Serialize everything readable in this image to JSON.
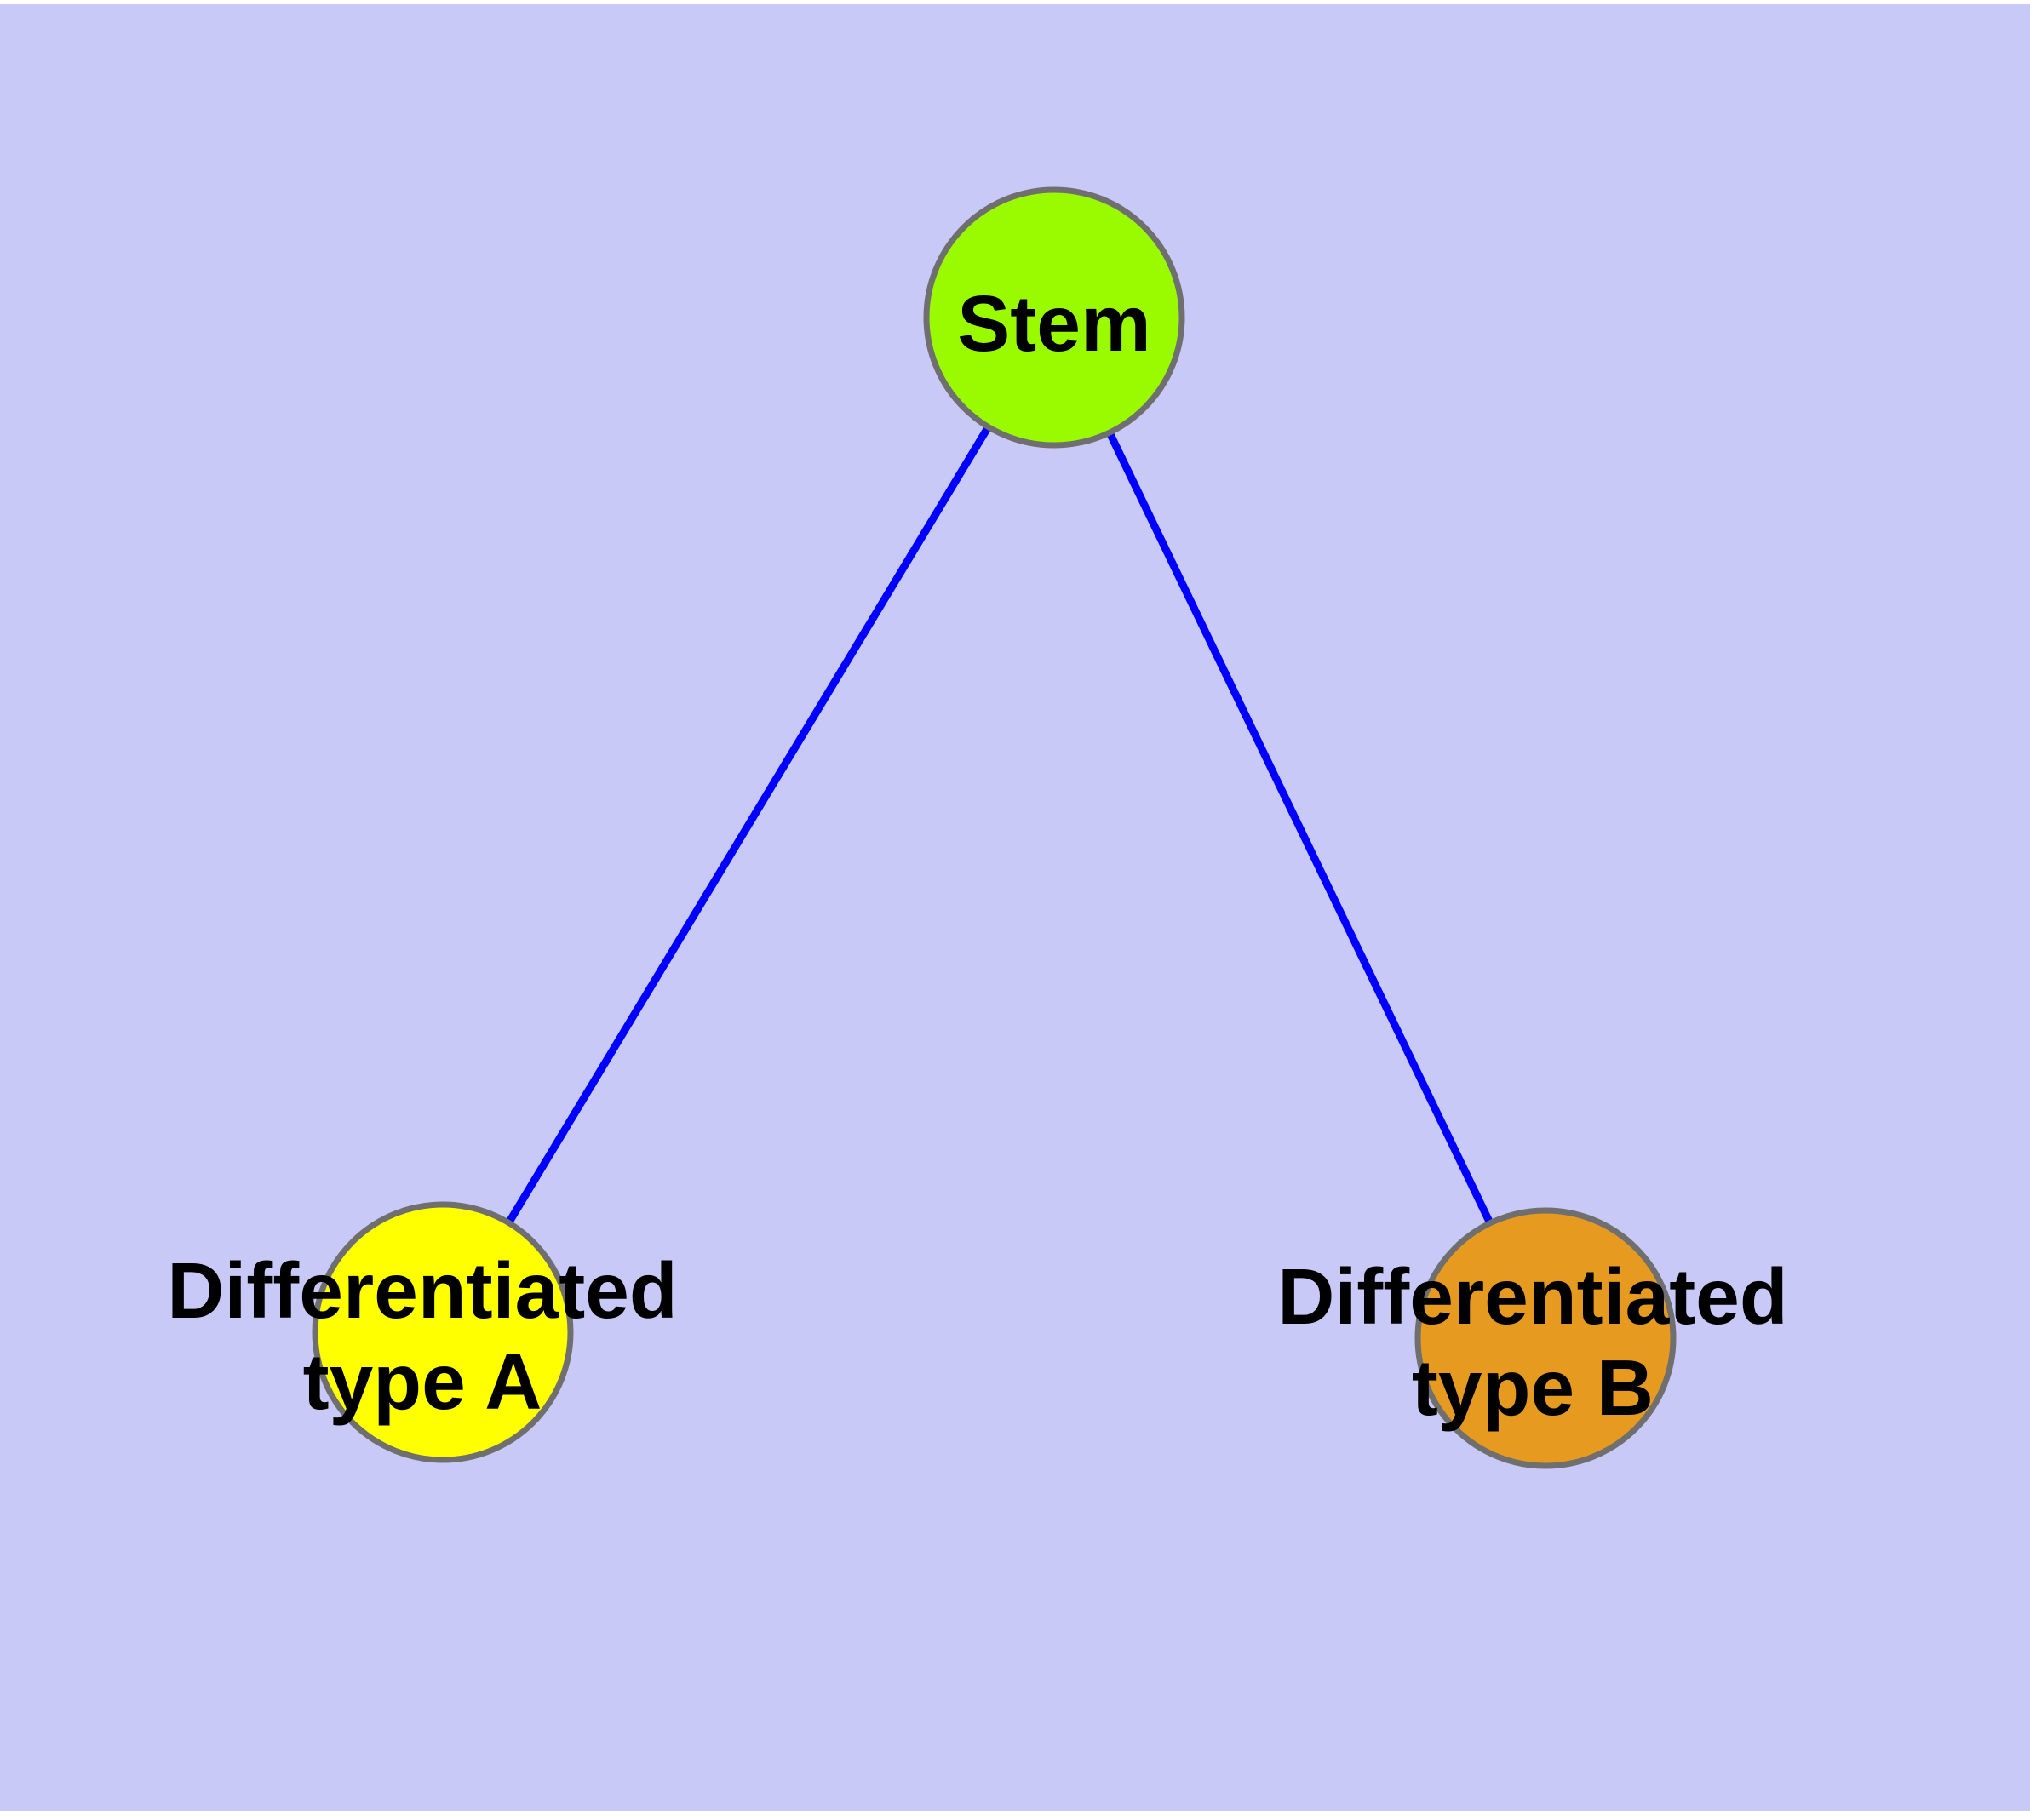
{
  "diagram": {
    "background_color": "#c9c9f7",
    "text_color": "#000000",
    "node_border_color": "#6f6f6f",
    "edge_color": "#0000ff",
    "nodes": [
      {
        "id": "stem",
        "label": "Stem",
        "lines": [
          "Stem"
        ],
        "fill": "#9afb00",
        "border": "#6f6f6f",
        "shape": "circle"
      },
      {
        "id": "differentiated-type-a",
        "label": "Differentiated type A",
        "lines": [
          "Differentiated",
          "type A"
        ],
        "fill": "#ffff00",
        "border": "#6f6f6f",
        "shape": "circle"
      },
      {
        "id": "differentiated-type-b",
        "label": "Differentiated type B",
        "lines": [
          "Differentiated",
          "type B"
        ],
        "fill": "#e69b20",
        "border": "#6f6f6f",
        "shape": "circle"
      }
    ],
    "edges": [
      {
        "from": "stem",
        "to": "differentiated-type-a",
        "color": "#0000ff"
      },
      {
        "from": "stem",
        "to": "differentiated-type-b",
        "color": "#0000ff"
      }
    ]
  }
}
